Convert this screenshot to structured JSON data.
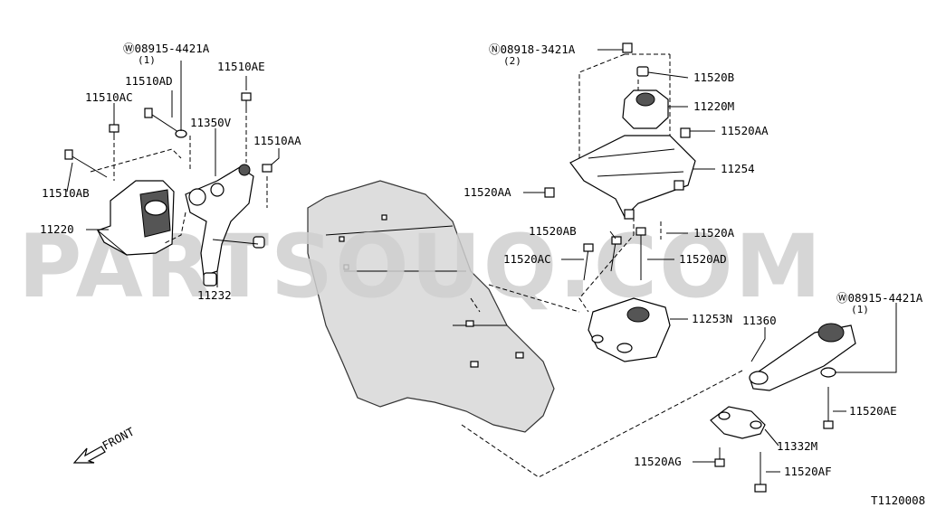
{
  "watermark": "PARTSOUQ.COM",
  "diagram_id": "T1120008",
  "front_label": "FRONT",
  "callouts": {
    "w_top": "Ⓦ08915-4421A",
    "w_top_qty": "(1)",
    "n_top": "Ⓝ08918-3421A",
    "n_top_qty": "(2)",
    "w_right": "Ⓦ08915-4421A",
    "w_right_qty": "(1)",
    "p11510AD": "11510AD",
    "p11510AE": "11510AE",
    "p11510AC": "11510AC",
    "p11350V": "11350V",
    "p11510AA": "11510AA",
    "p11510AB": "11510AB",
    "p11220": "11220",
    "p11232": "11232",
    "p11520B": "11520B",
    "p11220M": "11220M",
    "p11520AA_r": "11520AA",
    "p11254": "11254",
    "p11520AA_l": "11520AA",
    "p11520A": "11520A",
    "p11520AB": "11520AB",
    "p11520AC": "11520AC",
    "p11520AD": "11520AD",
    "p11253N": "11253N",
    "p11360": "11360",
    "p11520AE": "11520AE",
    "p11332M": "11332M",
    "p11520AG": "11520AG",
    "p11520AF": "11520AF"
  }
}
